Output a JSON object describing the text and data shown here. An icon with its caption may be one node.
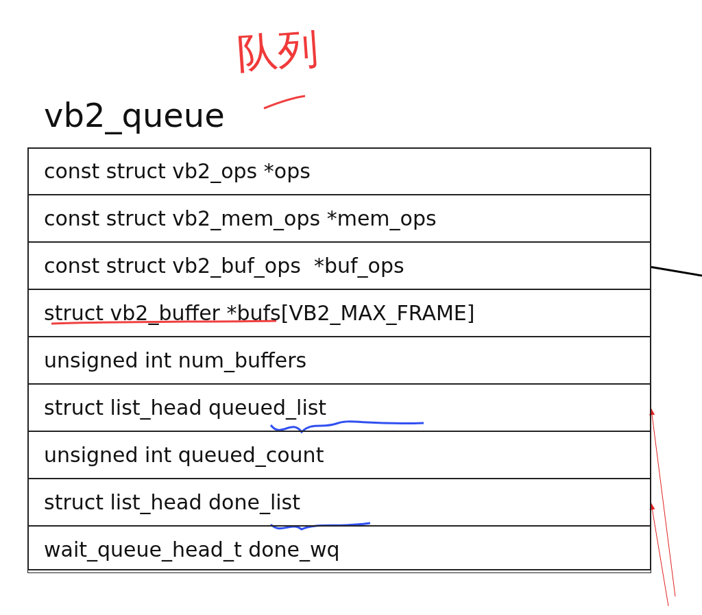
{
  "diagram": {
    "nodes": [
      {
        "text": [
          "vb2_queue"
        ]
      },
      {
        "text": [
          "const struct vb2_ops *ops"
        ],
        "in": 0
      },
      {
        "text": [
          "const struct vb2_mem_ops *mem_ops"
        ],
        "in": 0
      },
      {
        "text": [
          "const struct vb2_buf_ops  *buf_ops"
        ],
        "in": 0
      },
      {
        "text": [
          "struct vb2_buffer *bufs[VB2_MAX_FRAME]"
        ],
        "in": 0
      },
      {
        "text": [
          "unsigned int num_buffers"
        ],
        "in": 0
      },
      {
        "text": [
          "struct list_head queued_list"
        ],
        "in": 0
      },
      {
        "text": [
          "unsigned int queued_count"
        ],
        "in": 0
      },
      {
        "text": [
          "struct list_head done_list"
        ],
        "in": 0
      },
      {
        "text": [
          "wait_queue_head_t done_wq"
        ],
        "in": 0
      }
    ],
    "edges": [
      {
        "from": 3,
        "to": null,
        "arrow": "none",
        "style": "thick",
        "color": "#000000"
      },
      {
        "from": null,
        "to": 6,
        "arrow": "to",
        "color": "#e02020"
      },
      {
        "from": null,
        "to": 8,
        "arrow": "to",
        "color": "#e02020"
      }
    ],
    "labels": [
      "队列"
    ]
  }
}
